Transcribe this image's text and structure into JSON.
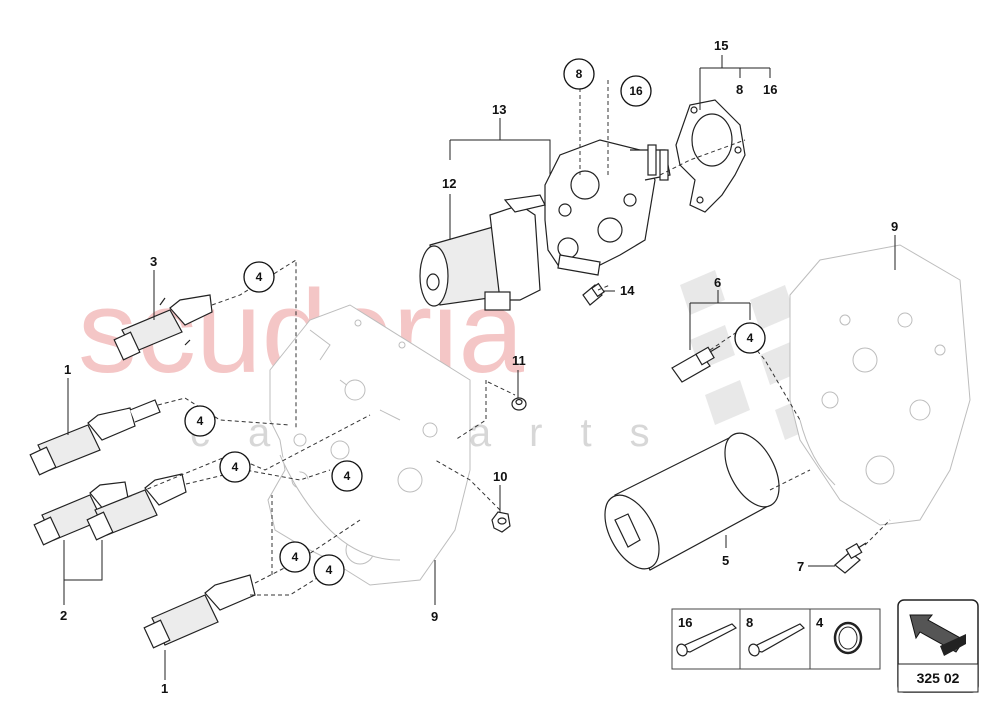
{
  "diagram_id": "325 02",
  "watermark": {
    "main": "scuderia",
    "sub": "car parts"
  },
  "callouts": [
    {
      "id": "c15",
      "label": "15"
    },
    {
      "id": "c8a",
      "label": "8"
    },
    {
      "id": "c16a",
      "label": "16"
    },
    {
      "id": "c13",
      "label": "13"
    },
    {
      "id": "c12",
      "label": "12"
    },
    {
      "id": "c14",
      "label": "14"
    },
    {
      "id": "c3",
      "label": "3"
    },
    {
      "id": "c1a",
      "label": "1"
    },
    {
      "id": "c1b",
      "label": "1"
    },
    {
      "id": "c2",
      "label": "2"
    },
    {
      "id": "c11",
      "label": "11"
    },
    {
      "id": "c10",
      "label": "10"
    },
    {
      "id": "c9a",
      "label": "9"
    },
    {
      "id": "c9b",
      "label": "9"
    },
    {
      "id": "c6",
      "label": "6"
    },
    {
      "id": "c5",
      "label": "5"
    },
    {
      "id": "c7",
      "label": "7"
    }
  ],
  "circled_refs": [
    {
      "id": "r8",
      "label": "8"
    },
    {
      "id": "r16",
      "label": "16"
    },
    {
      "id": "r4a",
      "label": "4"
    },
    {
      "id": "r4b",
      "label": "4"
    },
    {
      "id": "r4c",
      "label": "4"
    },
    {
      "id": "r4d",
      "label": "4"
    },
    {
      "id": "r4e",
      "label": "4"
    },
    {
      "id": "r4f",
      "label": "4"
    },
    {
      "id": "r4g",
      "label": "4"
    }
  ],
  "hardware_legend": [
    {
      "label": "16",
      "kind": "long-bolt"
    },
    {
      "label": "8",
      "kind": "short-bolt"
    },
    {
      "label": "4",
      "kind": "o-ring"
    }
  ]
}
